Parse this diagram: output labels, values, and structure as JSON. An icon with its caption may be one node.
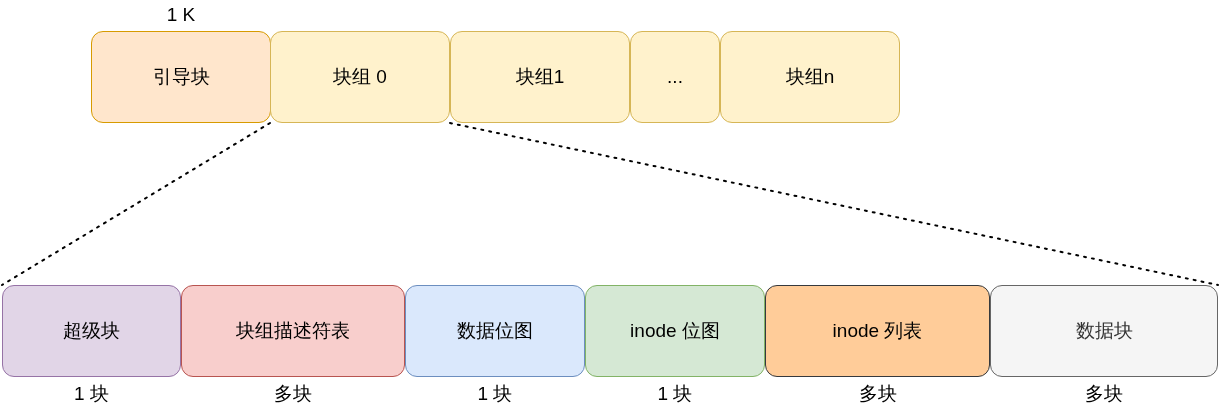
{
  "diagram": {
    "nodes": [
      {
        "text": [
          "引导块"
        ],
        "beside": [
          "1 K"
        ]
      },
      {
        "text": [
          "块组 0"
        ]
      },
      {
        "text": [
          "块组1"
        ]
      },
      {
        "text": [
          "..."
        ]
      },
      {
        "text": [
          "块组n"
        ]
      },
      {
        "text": [
          "超级块"
        ],
        "beside": [
          "1 块"
        ]
      },
      {
        "text": [
          "块组描述符表"
        ],
        "beside": [
          "多块"
        ]
      },
      {
        "text": [
          "数据位图"
        ],
        "beside": [
          "1 块"
        ]
      },
      {
        "text": [
          "inode 位图"
        ],
        "beside": [
          "1 块"
        ]
      },
      {
        "text": [
          "inode 列表"
        ],
        "beside": [
          "多块"
        ]
      },
      {
        "text": [
          "数据块"
        ],
        "beside": [
          "多块"
        ]
      }
    ],
    "edges": [
      {
        "from": 1,
        "to": 5,
        "arrow": "none",
        "style": "dashed"
      },
      {
        "from": 1,
        "to": 10,
        "arrow": "none",
        "style": "dashed"
      }
    ]
  }
}
